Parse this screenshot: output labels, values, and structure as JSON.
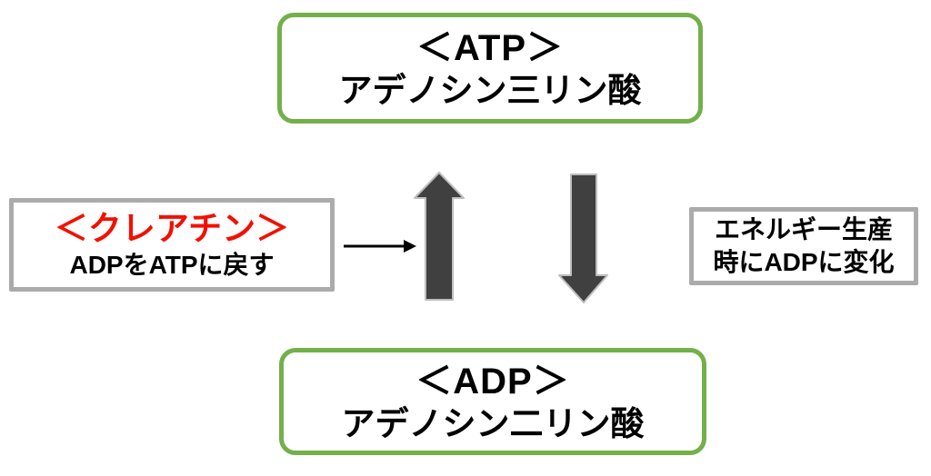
{
  "nodes": {
    "atp": {
      "title": "＜ATP＞",
      "subtitle": "アデノシン三リン酸"
    },
    "adp": {
      "title": "＜ADP＞",
      "subtitle": "アデノシン二リン酸"
    },
    "creatine": {
      "title": "＜クレアチン＞",
      "subtitle": "ADPをATPに戻す"
    },
    "energy_note": {
      "line1": "エネルギー生産",
      "line2": "時にADPに変化"
    }
  },
  "colors": {
    "background": "#ffffff",
    "green_border": "#73b04a",
    "gray_border": "#ababab",
    "arrow_fill": "#404040",
    "arrow_outline": "#bdbdbd",
    "thin_arrow": "#000000",
    "red_text": "#f21000",
    "black_text": "#000000"
  }
}
